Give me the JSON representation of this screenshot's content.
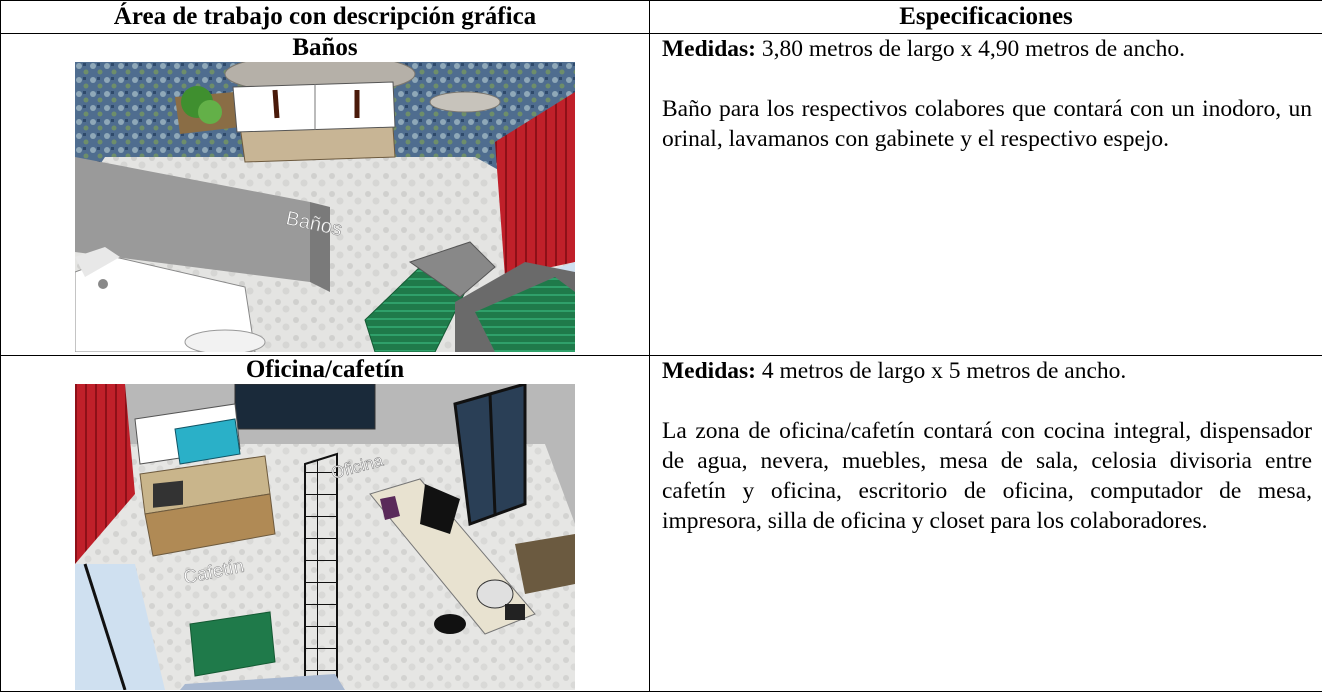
{
  "header": {
    "col1": "Área de trabajo con descripción gráfica",
    "col2": "Especificaciones"
  },
  "rows": [
    {
      "area_title": "Baños",
      "render_label": "Baños",
      "medidas_label": "Medidas:",
      "medidas_value": " 3,80 metros de largo x 4,90 metros de ancho.",
      "description": "Baño para los respectivos colabores que contará con un inodoro, un orinal, lavamanos con gabinete y el respectivo espejo."
    },
    {
      "area_title": "Oficina/cafetín",
      "render_label_office": "Oficina",
      "render_label_cafe": "Cafetín",
      "medidas_label": "Medidas:",
      "medidas_value": " 4 metros de largo x 5 metros de ancho.",
      "description": "La zona de oficina/cafetín contará con cocina integral, dispensador de agua, nevera, muebles, mesa de sala, celosia divisoria entre cafetín y oficina, escritorio de oficina, computador de mesa, impresora, silla de oficina y closet para los colaboradores."
    }
  ]
}
